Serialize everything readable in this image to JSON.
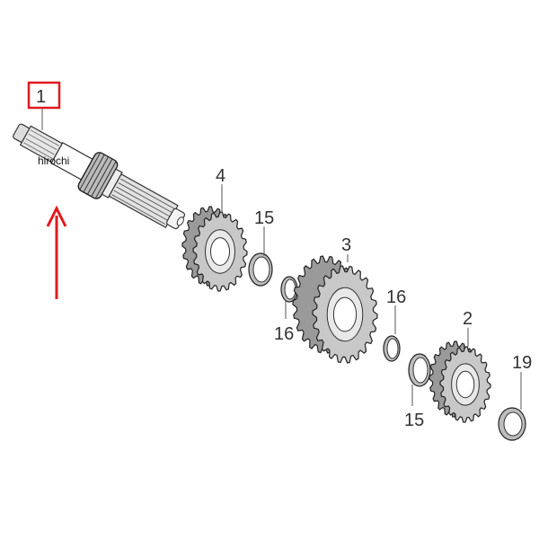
{
  "watermark": "hirochi",
  "highlight_color": "#e0191f",
  "highlighted_part": "1",
  "callouts": {
    "shaft": "1",
    "gear_4": "4",
    "washer_15_a": "15",
    "clip_16_a": "16",
    "gear_3": "3",
    "clip_16_b": "16",
    "gear_2": "2",
    "washer_15_b": "15",
    "washer_19": "19"
  },
  "arrow_direction": "up"
}
